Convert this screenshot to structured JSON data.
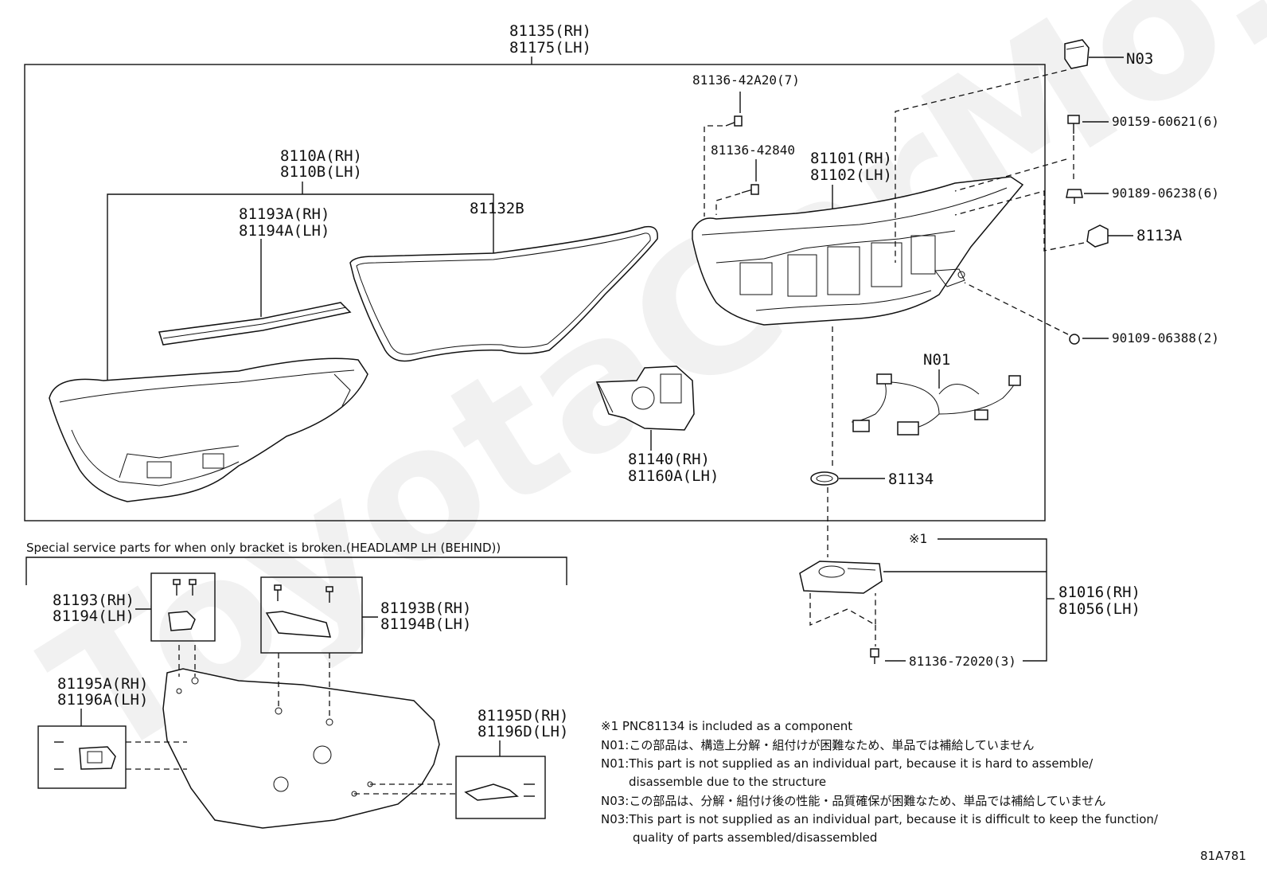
{
  "assembly": {
    "top_label_rh": "81135(RH)",
    "top_label_lh": "81175(LH)"
  },
  "parts": {
    "lens_rh": "8110A(RH)",
    "lens_lh": "8110B(LH)",
    "seal_rh": "81193A(RH)",
    "seal_lh": "81194A(LH)",
    "gasket": "81132B",
    "screw_a": "81136-42A20(7)",
    "screw_b": "81136-42840",
    "housing_rh": "81101(RH)",
    "housing_lh": "81102(LH)",
    "n03": "N03",
    "bolt_1": "90159-60621(6)",
    "nut_1": "90189-06238(6)",
    "bracket_a": "8113A",
    "screw_c": "90109-06388(2)",
    "n01": "N01",
    "unit_rh": "81140(RH)",
    "unit_lh": "81160A(LH)",
    "cap": "81134",
    "ref1": "※1",
    "computer_rh": "81016(RH)",
    "computer_lh": "81056(LH)",
    "screw_d": "81136-72020(3)"
  },
  "service": {
    "heading": "Special service parts for when only bracket is broken.(HEADLAMP LH (BEHIND))",
    "br1_rh": "81193(RH)",
    "br1_lh": "81194(LH)",
    "br2_rh": "81193B(RH)",
    "br2_lh": "81194B(LH)",
    "br3_rh": "81195A(RH)",
    "br3_lh": "81196A(LH)",
    "br4_rh": "81195D(RH)",
    "br4_lh": "81196D(LH)"
  },
  "notes": [
    "※1 PNC81134 is included as a component",
    "N01:この部品は、構造上分解・組付けが困難なため、単品では補給していません",
    "N01:This part is not supplied as an individual part, because it is hard to assemble/",
    "disassemble due to the structure",
    "N03:この部品は、分解・組付け後の性能・品質確保が困難なため、単品では補給していません",
    "N03:This part is not supplied as an individual part, because it is difficult to keep the function/",
    "quality of parts assembled/disassembled"
  ],
  "figure_code": "81A781",
  "watermark": "ToyotaCarMo.ru"
}
